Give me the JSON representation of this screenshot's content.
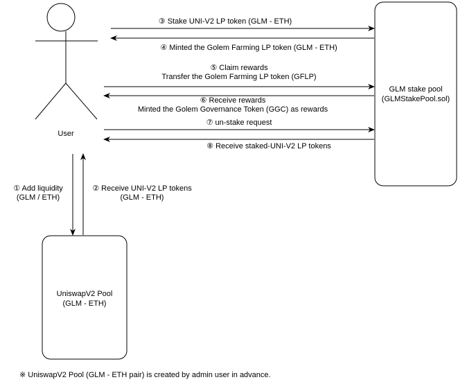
{
  "actors": {
    "user": {
      "label": "User"
    }
  },
  "boxes": {
    "stake_pool": {
      "line1": "GLM stake pool",
      "line2": "(GLMStakePool.sol)"
    },
    "uniswap_pool": {
      "line1": "UniswapV2 Pool",
      "line2": "(GLM - ETH)"
    }
  },
  "messages": [
    {
      "text": "③ Stake UNI-V2 LP token (GLM - ETH)",
      "direction": "user-to-stake-pool"
    },
    {
      "text": "④ Minted the Golem Farming LP token (GLM - ETH)",
      "direction": "stake-pool-to-user"
    },
    {
      "line1": "⑤ Claim rewards",
      "line2": "Transfer the Golem Farming LP token (GFLP)",
      "direction": "user-to-stake-pool"
    },
    {
      "line1": "⑥ Receive rewards",
      "line2": "Minted the Golem Governance Token (GGC) as rewards",
      "direction": "stake-pool-to-user"
    },
    {
      "text": "⑦ un-stake request",
      "direction": "user-to-stake-pool"
    },
    {
      "text": "⑧ Receive staked-UNI-V2 LP tokens",
      "direction": "stake-pool-to-user"
    }
  ],
  "vertical_messages": [
    {
      "line1": "① Add liquidity",
      "line2": "(GLM / ETH)",
      "direction": "user-to-uniswap"
    },
    {
      "line1": "② Receive UNI-V2 LP tokens",
      "line2": "(GLM - ETH)",
      "direction": "uniswap-to-user"
    }
  ],
  "footnote": "※ UniswapV2 Pool (GLM - ETH pair) is created by admin user in advance.",
  "colors": {
    "stroke": "#000000",
    "background": "#ffffff"
  }
}
